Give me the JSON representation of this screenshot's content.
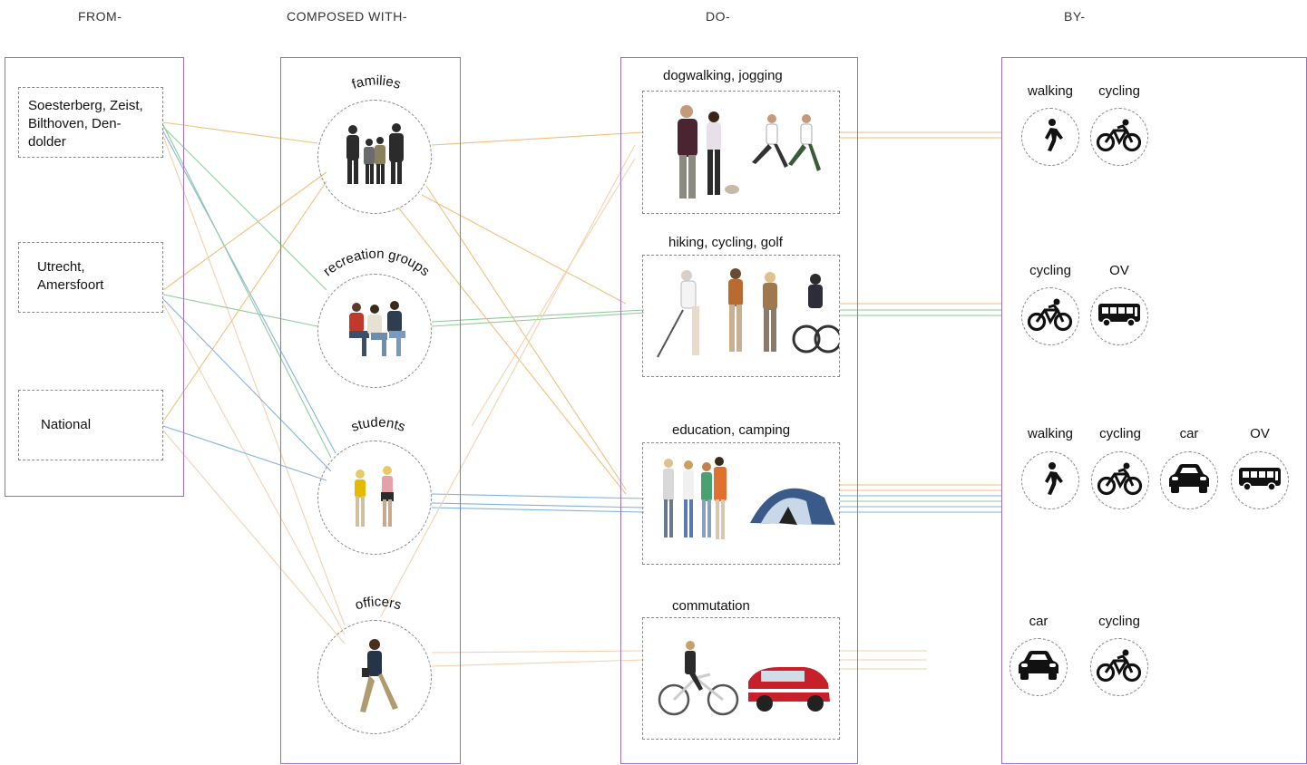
{
  "headers": {
    "from": "FROM-",
    "composed": "COMPOSED WITH-",
    "do": "DO-",
    "by": "BY-"
  },
  "sources": [
    {
      "label": "Soesterberg, Zeist, Bilthoven, Den-dolder"
    },
    {
      "label": "Utrecht, Amersfoort"
    },
    {
      "label": "National"
    }
  ],
  "groups": [
    "families",
    "recreation groups",
    "students",
    "officers"
  ],
  "activities": [
    {
      "title": "dogwalking, jogging"
    },
    {
      "title": "hiking, cycling, golf"
    },
    {
      "title": "education, camping"
    },
    {
      "title": "commutation"
    }
  ],
  "modes": [
    [
      {
        "label": "walking",
        "icon": "walking-icon"
      },
      {
        "label": "cycling",
        "icon": "bicycle-icon"
      }
    ],
    [
      {
        "label": "cycling",
        "icon": "bicycle-icon"
      },
      {
        "label": "OV",
        "icon": "bus-icon"
      }
    ],
    [
      {
        "label": "walking",
        "icon": "walking-icon"
      },
      {
        "label": "cycling",
        "icon": "bicycle-icon"
      },
      {
        "label": "car",
        "icon": "car-icon"
      },
      {
        "label": "OV",
        "icon": "bus-icon"
      }
    ],
    [
      {
        "label": "car",
        "icon": "car-icon"
      },
      {
        "label": "cycling",
        "icon": "bicycle-icon"
      }
    ]
  ],
  "colors": {
    "panel": "#9c6fbd",
    "orange": "#f0b463",
    "green": "#7cc28a",
    "blue": "#6ea6d8",
    "peach": "#f3c9a0"
  }
}
